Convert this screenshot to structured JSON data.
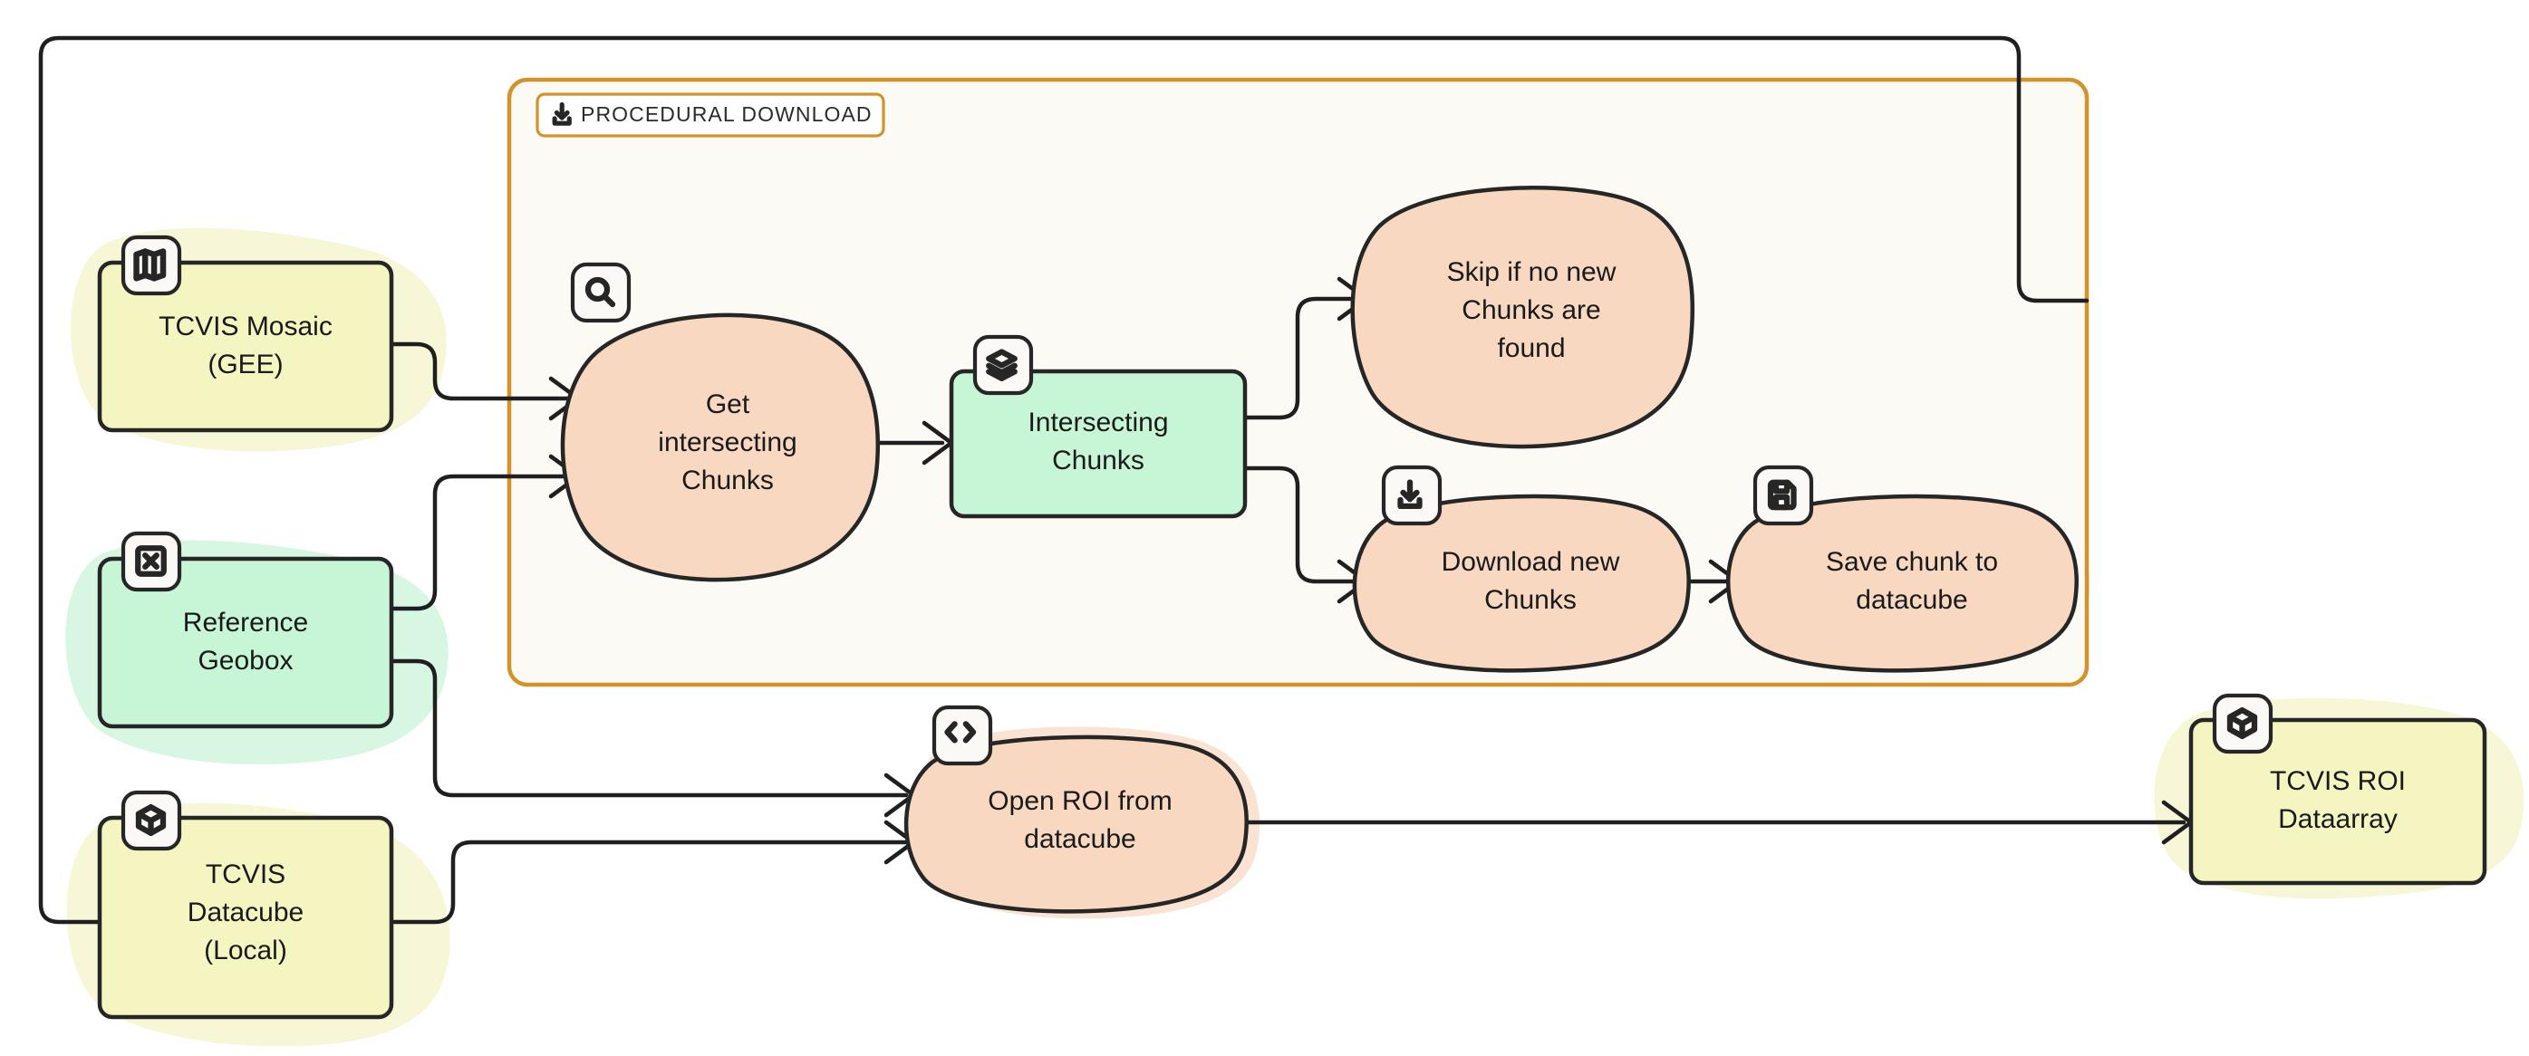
{
  "diagram": {
    "title": "TCVIS procedural download and ROI extraction flow",
    "background": "#ffffff",
    "colors": {
      "data_yellow_fill": "#f5f5c2",
      "data_green_fill": "#c6f6d5",
      "process_peach_fill": "#f8d8c0",
      "halo_yellow": "#f7f7d8",
      "halo_green": "#d8f7e3",
      "halo_peach": "#fbe3d3",
      "node_stroke": "#262626",
      "edge_stroke": "#1f1f1f",
      "container_stroke": "#d3922a",
      "container_fill": "#fcfaf5",
      "badge_fill": "#fbf9f6"
    },
    "container": {
      "label": "PROCEDURAL DOWNLOAD",
      "icon": "download-icon"
    },
    "nodes": [
      {
        "id": "tcvis-mosaic-gee",
        "lines": [
          "TCVIS Mosaic",
          "(GEE)"
        ],
        "kind": "data",
        "fill": "#f5f5c2",
        "icon": "map-icon"
      },
      {
        "id": "reference-geobox",
        "lines": [
          "Reference",
          "Geobox"
        ],
        "kind": "data",
        "fill": "#c6f6d5",
        "icon": "box-x-icon"
      },
      {
        "id": "tcvis-datacube-local",
        "lines": [
          "TCVIS",
          "Datacube",
          "(Local)"
        ],
        "kind": "data",
        "fill": "#f5f5c2",
        "icon": "cube-icon"
      },
      {
        "id": "get-intersecting-chunks",
        "lines": [
          "Get",
          "intersecting",
          "Chunks"
        ],
        "kind": "process",
        "fill": "#f8d8c0",
        "icon": "search-icon"
      },
      {
        "id": "intersecting-chunks",
        "lines": [
          "Intersecting",
          "Chunks"
        ],
        "kind": "data",
        "fill": "#c6f6d5",
        "icon": "layers-icon"
      },
      {
        "id": "skip-if-no-new-chunks",
        "lines": [
          "Skip if no new",
          "Chunks are",
          "found"
        ],
        "kind": "process",
        "fill": "#f8d8c0",
        "icon": null
      },
      {
        "id": "download-new-chunks",
        "lines": [
          "Download new",
          "Chunks"
        ],
        "kind": "process",
        "fill": "#f8d8c0",
        "icon": "download-icon"
      },
      {
        "id": "save-chunk-to-datacube",
        "lines": [
          "Save chunk to",
          "datacube"
        ],
        "kind": "process",
        "fill": "#f8d8c0",
        "icon": "save-icon"
      },
      {
        "id": "open-roi-from-datacube",
        "lines": [
          "Open ROI from",
          "datacube"
        ],
        "kind": "process",
        "fill": "#f8d8c0",
        "icon": "code-icon"
      },
      {
        "id": "tcvis-roi-dataarray",
        "lines": [
          "TCVIS ROI",
          "Dataarray"
        ],
        "kind": "data",
        "fill": "#f5f5c2",
        "icon": "cube-icon"
      }
    ],
    "edges": [
      {
        "from": "tcvis-mosaic-gee",
        "to": "get-intersecting-chunks"
      },
      {
        "from": "reference-geobox",
        "to": "get-intersecting-chunks"
      },
      {
        "from": "get-intersecting-chunks",
        "to": "intersecting-chunks"
      },
      {
        "from": "intersecting-chunks",
        "to": "skip-if-no-new-chunks"
      },
      {
        "from": "intersecting-chunks",
        "to": "download-new-chunks"
      },
      {
        "from": "download-new-chunks",
        "to": "save-chunk-to-datacube"
      },
      {
        "from": "save-chunk-to-datacube",
        "to": "tcvis-datacube-local"
      },
      {
        "from": "reference-geobox",
        "to": "open-roi-from-datacube"
      },
      {
        "from": "tcvis-datacube-local",
        "to": "open-roi-from-datacube"
      },
      {
        "from": "open-roi-from-datacube",
        "to": "tcvis-roi-dataarray"
      }
    ]
  }
}
